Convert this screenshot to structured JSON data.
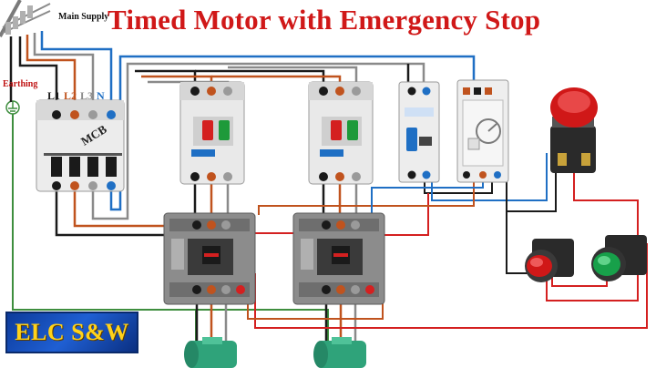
{
  "title": "Timed Motor with Emergency Stop",
  "labels": {
    "main_supply": "Main Supply",
    "earthing": "Earthing",
    "mcb": "MCB",
    "terminals": [
      "L1",
      "L2",
      "L3",
      "N"
    ]
  },
  "brand": "ELC S&W",
  "colors": {
    "title": "#d01818",
    "l1": "#1a1a1a",
    "l2": "#c0531e",
    "l3": "#8a8a8a",
    "neutral": "#1f6fc4",
    "earth": "#3e8e3e",
    "control": "#d42020"
  }
}
